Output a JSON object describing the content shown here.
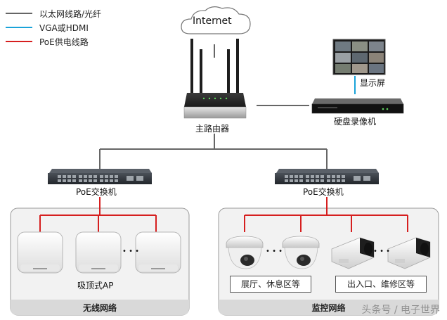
{
  "legend": [
    {
      "label": "以太网线路/光纤",
      "color": "#666666"
    },
    {
      "label": "VGA或HDMI",
      "color": "#1aa3d9"
    },
    {
      "label": "PoE供电线路",
      "color": "#d61f1f"
    }
  ],
  "cloud_label": "Internet",
  "router_label": "主路由器",
  "monitor_label": "显示屏",
  "nvr_label": "硬盘录像机",
  "switch_left_label": "PoE交换机",
  "switch_right_label": "PoE交换机",
  "ap_label": "吸顶式AP",
  "area_left": "展厅、休息区等",
  "area_right": "出入口、维修区等",
  "zone_left_title": "无线网络",
  "zone_right_title": "监控网络",
  "ellipsis": "• • •",
  "watermark": "头条号 / 电子世界",
  "colors": {
    "ethernet": "#666666",
    "video": "#1aa3d9",
    "poe": "#d61f1f",
    "zone_bg": "#f2f2f2",
    "zone_bar": "#d9d9d9"
  }
}
